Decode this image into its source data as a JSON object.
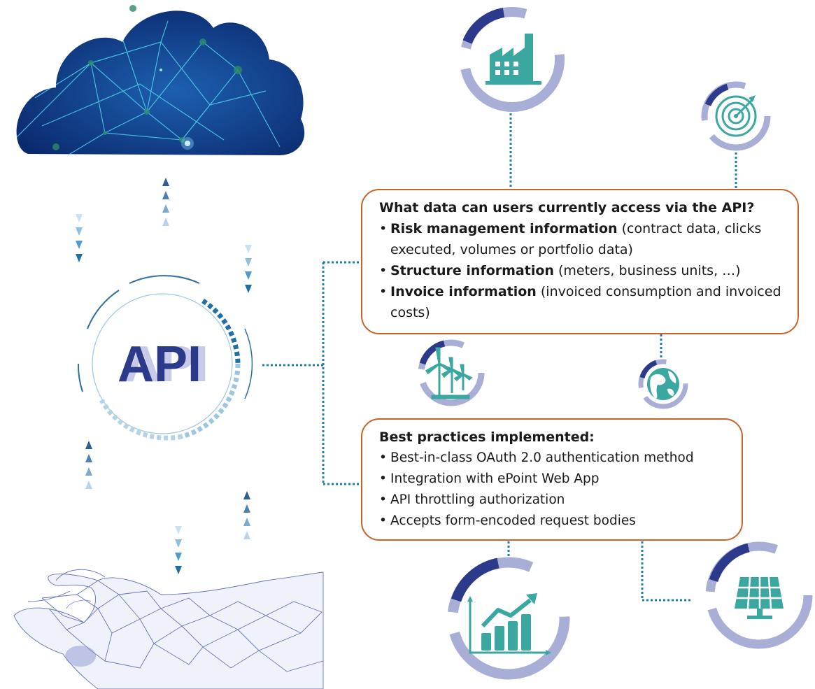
{
  "api_label": "API",
  "box_data": {
    "title": "What data can users currently access via the API?",
    "items": [
      {
        "bold": "Risk management information",
        "rest": " (contract data, clicks executed, volumes or portfolio data)"
      },
      {
        "bold": "Structure information",
        "rest": " (meters, business units, …)"
      },
      {
        "bold": "Invoice information",
        "rest": " (invoiced consumption and invoiced costs)"
      }
    ]
  },
  "box_practices": {
    "title": "Best practices implemented:",
    "items": [
      "Best-in-class OAuth 2.0 authentication method",
      "Integration with ePoint Web App",
      "API throttling authorization",
      "Accepts form-encoded request bodies"
    ]
  },
  "icons": [
    "cloud-network-icon",
    "hand-wireframe-icon",
    "factory-icon",
    "target-icon",
    "wind-turbines-icon",
    "globe-icon",
    "growth-chart-icon",
    "solar-panel-icon"
  ],
  "colors": {
    "navy": "#2c3a8c",
    "lavender": "#a9aed6",
    "teal": "#3aa7a0",
    "dots": "#1f7fa8",
    "border": "#c8642a"
  }
}
